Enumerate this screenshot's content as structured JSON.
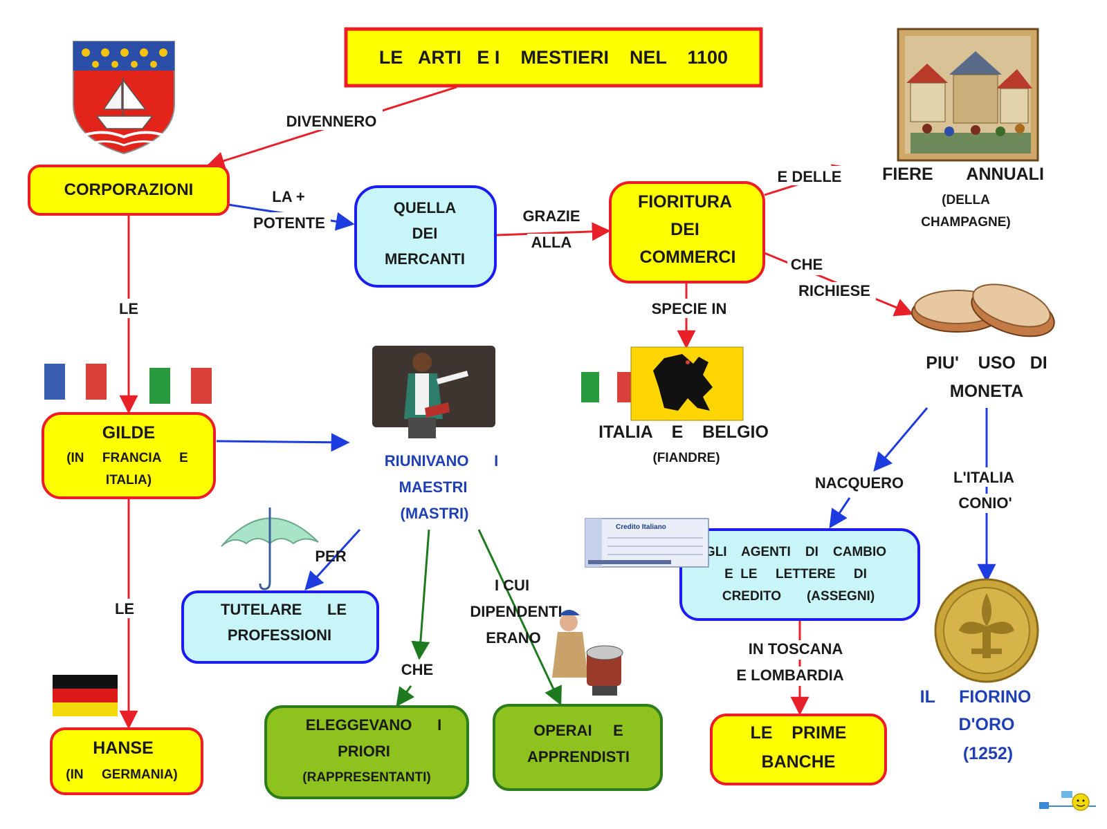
{
  "title": "LE   ARTI   E I    MESTIERI    NEL    1100",
  "nodes": {
    "corporazioni": "CORPORAZIONI",
    "mercanti": [
      "QUELLA",
      "DEI",
      "MERCANTI"
    ],
    "fioritura": [
      "FIORITURA",
      "DEI",
      "COMMERCI"
    ],
    "fiere": {
      "line1": "FIERE       ANNUALI",
      "line2": "(DELLA",
      "line3": "CHAMPAGNE)"
    },
    "moneta": [
      "PIU'    USO   DI",
      "MONETA"
    ],
    "gilde": {
      "line1": "GILDE",
      "line2": "(IN     FRANCIA     E",
      "line3": "ITALIA)"
    },
    "riunivano": [
      "RIUNIVANO      I",
      "MAESTRI",
      "(MASTRI)"
    ],
    "italia_belgio": {
      "line1": "ITALIA    E    BELGIO",
      "line2": "(FIANDRE)"
    },
    "tutelare": [
      "TUTELARE      LE",
      "PROFESSIONI"
    ],
    "agenti": [
      "GLI    AGENTI    DI    CAMBIO",
      "E  LE     LETTERE     DI",
      "CREDITO       (ASSEGNI)"
    ],
    "fiorino": [
      "IL     FIORINO",
      "D'ORO",
      "(1252)"
    ],
    "hanse": {
      "line1": "HANSE",
      "line2": "(IN     GERMANIA)"
    },
    "priori": {
      "line1": "ELEGGEVANO      I",
      "line2": "PRIORI",
      "line3": "(RAPPRESENTANTI)"
    },
    "operai": [
      "OPERAI     E",
      "APPRENDISTI"
    ],
    "banche": [
      "LE    PRIME",
      "BANCHE"
    ]
  },
  "links": {
    "divennero": "DIVENNERO",
    "la_potente": [
      "LA    +",
      "POTENTE"
    ],
    "grazie_alla": [
      "GRAZIE",
      "ALLA"
    ],
    "e_delle": "E    DELLE",
    "che_richiese": [
      "CHE",
      "RICHIESE"
    ],
    "specie_in": "SPECIE     IN",
    "le_1": "LE",
    "le_2": "LE",
    "per": "PER",
    "che": "CHE",
    "i_cui": [
      "I    CUI",
      "DIPENDENTI",
      "ERANO"
    ],
    "nacquero": "NACQUERO",
    "italia_conio": [
      "L'ITALIA",
      "CONIO'"
    ],
    "toscana": [
      "IN      TOSCANA",
      "E      LOMBARDIA"
    ]
  },
  "cheque": {
    "bank_name": "Credito Italiano"
  },
  "colors": {
    "yellow_fill": "#ffff00",
    "red_border": "#ee1c24",
    "cyan_fill": "#c8f6f8",
    "blue_border": "#1c1cf0",
    "green_fill": "#8dc21f",
    "green_border": "#2e7d1d",
    "red_arrow": "#e8202a",
    "blue_arrow": "#1c3ce0",
    "green_arrow": "#1e7a1e"
  }
}
